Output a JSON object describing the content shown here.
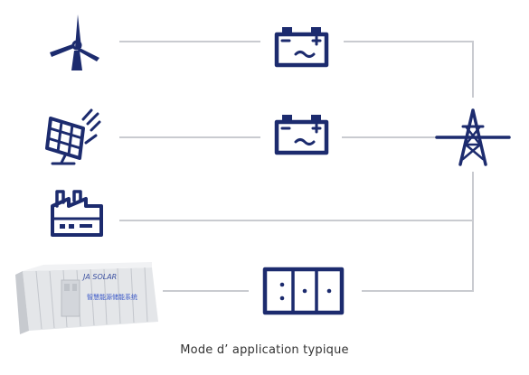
{
  "caption": "Mode d’ application typique",
  "container": {
    "brand": "JA SOLAR",
    "panel_text": "智慧能源储能系统"
  },
  "colors": {
    "icon": "#1c2b6e",
    "line": "#c9cbd0",
    "container_logo": "#3a4fa0"
  },
  "nodes": [
    {
      "id": "wind-turbine",
      "icon": "wind-turbine-icon"
    },
    {
      "id": "battery-1",
      "icon": "battery-icon"
    },
    {
      "id": "solar-panel",
      "icon": "solar-panel-icon"
    },
    {
      "id": "battery-2",
      "icon": "battery-icon"
    },
    {
      "id": "factory",
      "icon": "factory-icon"
    },
    {
      "id": "transmission-tower",
      "icon": "transmission-tower-icon"
    },
    {
      "id": "converter-cabinet",
      "icon": "cabinet-icon"
    },
    {
      "id": "storage-container",
      "icon": "storage-container-image"
    }
  ],
  "edges": [
    {
      "from": "wind-turbine",
      "to": "battery-1"
    },
    {
      "from": "battery-1",
      "to": "transmission-tower"
    },
    {
      "from": "solar-panel",
      "to": "battery-2"
    },
    {
      "from": "battery-2",
      "to": "transmission-tower"
    },
    {
      "from": "factory",
      "to": "transmission-tower"
    },
    {
      "from": "storage-container",
      "to": "converter-cabinet"
    },
    {
      "from": "converter-cabinet",
      "to": "transmission-tower"
    }
  ]
}
